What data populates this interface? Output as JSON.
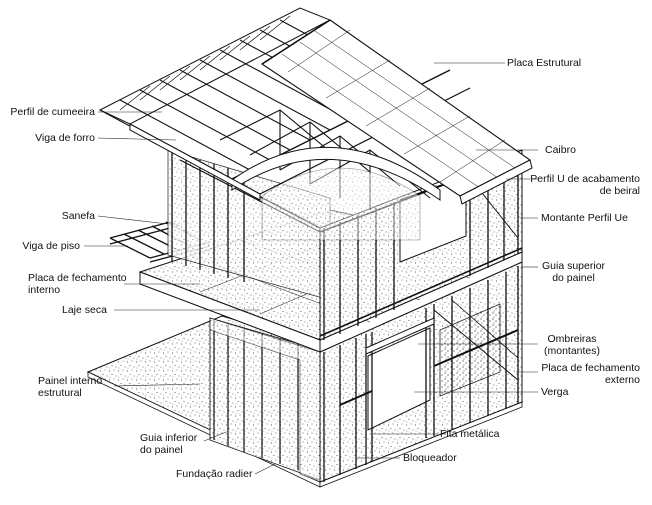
{
  "labels": {
    "perfil_cumeeira": "Perfil de cumeeira",
    "viga_forro": "Viga de forro",
    "sanefa": "Sanefa",
    "viga_piso": "Viga de piso",
    "placa_fechamento_interno_1": "Placa de fechamento",
    "placa_fechamento_interno_2": "interno",
    "laje_seca": "Laje seca",
    "painel_interno_1": "Painel interno",
    "painel_interno_2": "estrutural",
    "guia_inferior_1": "Guia inferior",
    "guia_inferior_2": "do painel",
    "fundacao_radier": "Fundação radier",
    "placa_estrutural": "Placa Estrutural",
    "caibro": "Caibro",
    "perfil_u_1": "Perfil U de acabamento",
    "perfil_u_2": "de beiral",
    "montante_perfil": "Montante Perfil Ue",
    "guia_superior_1": "Guia superior",
    "guia_superior_2": "do painel",
    "ombreiras_1": "Ombreiras",
    "ombreiras_2": "(montantes)",
    "placa_externo_1": "Placa de fechamento",
    "placa_externo_2": "externo",
    "verga": "Verga",
    "fita_metalica": "Fita metálica",
    "bloqueador": "Bloqueador"
  }
}
